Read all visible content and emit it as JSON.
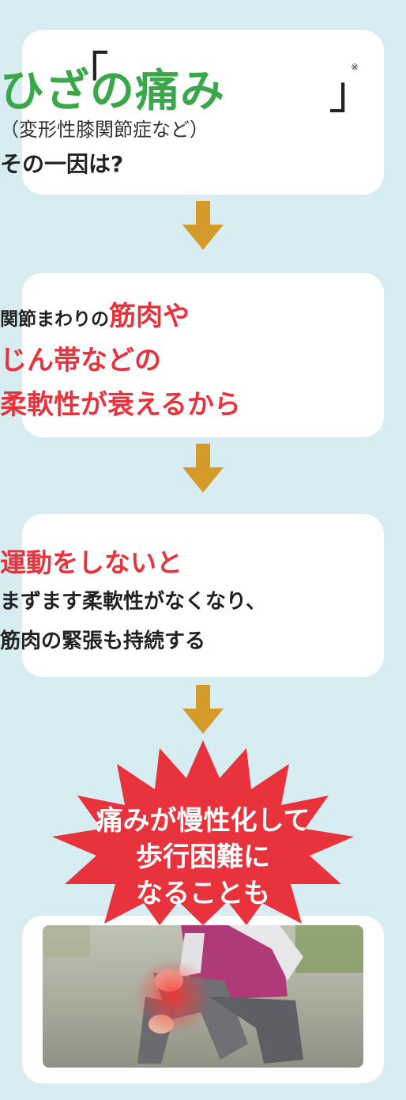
{
  "card1": {
    "bracket_open": "「",
    "title": "ひざの痛み",
    "bracket_close": "」",
    "note_mark": "※",
    "subtitle": "（変形性膝関節症など）",
    "question": "その一因は?"
  },
  "card2": {
    "line1_dark": "関節まわりの",
    "line1_red": "筋肉や",
    "line2": "じん帯などの",
    "line3": "柔軟性が衰えるから"
  },
  "card3": {
    "line1": "運動をしないと",
    "line2": "まずます柔軟性がなくなり、",
    "line3": "筋肉の緊張も持続する"
  },
  "burst": {
    "line1": "痛みが慢性化して",
    "line2": "歩行困難に",
    "line3": "なることも"
  },
  "colors": {
    "background": "#d7edf2",
    "green": "#3aa84a",
    "red": "#e8323c",
    "arrow": "#d49a2a"
  }
}
